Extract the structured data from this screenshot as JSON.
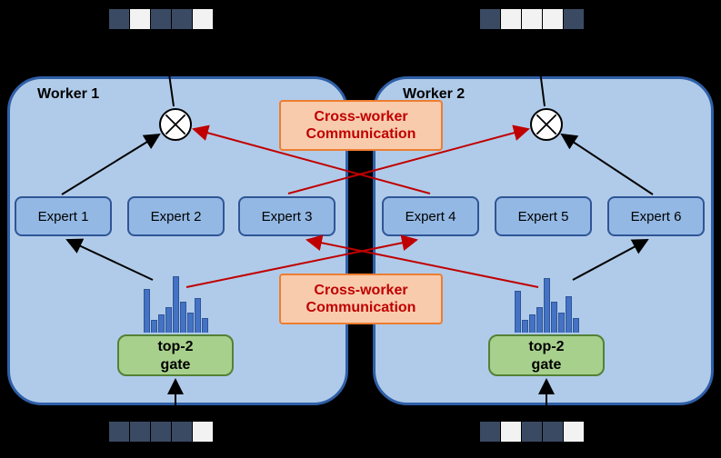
{
  "colors": {
    "background": "#000000",
    "worker_fill": "#b0cbe9",
    "worker_border": "#2f5fa7",
    "expert_fill": "#93b8e4",
    "expert_border": "#2f5597",
    "gate_fill": "#a8d08d",
    "gate_border": "#538135",
    "comm_fill": "#f8cbad",
    "comm_border": "#ed7d31",
    "comm_text": "#c00000",
    "arrow_black": "#000000",
    "arrow_red": "#c00000",
    "bar_fill": "#4472c4",
    "bar_border": "#2f5597",
    "token_dark": "#3b4a63",
    "token_light": "#f2f2f2"
  },
  "workers": [
    {
      "label": "Worker 1",
      "experts": [
        "Expert 1",
        "Expert 2",
        "Expert 3"
      ],
      "gate": {
        "line1": "top-2",
        "line2": "gate"
      }
    },
    {
      "label": "Worker 2",
      "experts": [
        "Expert 4",
        "Expert 5",
        "Expert 6"
      ],
      "gate": {
        "line1": "top-2",
        "line2": "gate"
      }
    }
  ],
  "comm": {
    "line1": "Cross-worker",
    "line2": "Communication"
  },
  "tokens": {
    "top_left": [
      "dark",
      "light",
      "dark",
      "dark",
      "light"
    ],
    "top_right": [
      "dark",
      "light",
      "light",
      "light",
      "dark"
    ],
    "bottom_left": [
      "dark",
      "dark",
      "dark",
      "dark",
      "light"
    ],
    "bottom_right": [
      "dark",
      "light",
      "dark",
      "dark",
      "light"
    ]
  },
  "histograms": [
    [
      48,
      14,
      20,
      28,
      62,
      34,
      22,
      38,
      16
    ],
    [
      46,
      14,
      20,
      28,
      60,
      34,
      22,
      40,
      16
    ]
  ]
}
